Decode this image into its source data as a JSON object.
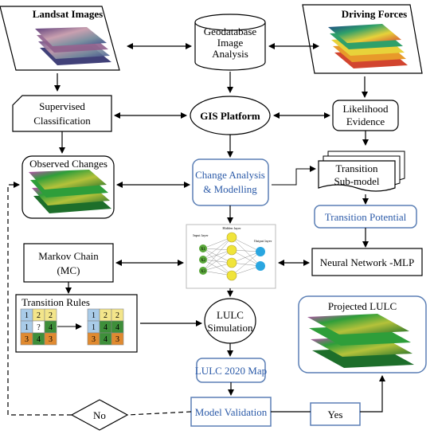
{
  "landsat": {
    "title": "Landsat Images"
  },
  "driving": {
    "title": "Driving Forces"
  },
  "geodb": {
    "line1": "Geodatabase",
    "line2": "Image",
    "line3": "Analysis"
  },
  "supervised": {
    "line1": "Supervised",
    "line2": "Classification"
  },
  "gis": {
    "label": "GIS Platform"
  },
  "likelihood": {
    "line1": "Likelihood",
    "line2": "Evidence"
  },
  "observed": {
    "label": "Observed Changes"
  },
  "change": {
    "line1": "Change Analysis",
    "line2": "& Modelling"
  },
  "transition_sub": {
    "line1": "Transition",
    "line2": "Sub-model"
  },
  "transition_potential": {
    "label": "Transition Potential"
  },
  "markov": {
    "line1": "Markov Chain",
    "line2": "(MC)"
  },
  "nn_small": {
    "input": "Input layer",
    "hidden": "Hidden layer",
    "output": "Output layer",
    "nodes": [
      "X1",
      "X2",
      "X3"
    ]
  },
  "neural": {
    "label": "Neural Network -MLP"
  },
  "rules": {
    "title": "Transition Rules",
    "grid_a": [
      "1",
      "2",
      "2",
      "1",
      "?",
      "4",
      "3",
      "4",
      "3"
    ],
    "grid_b": [
      "1",
      "2",
      "2",
      "1",
      "4",
      "4",
      "3",
      "4",
      "3"
    ]
  },
  "lulc_sim": {
    "line1": "LULC",
    "line2": "Simulation"
  },
  "projected": {
    "label": "Projected LULC"
  },
  "map2020": {
    "label": "LULC 2020 Map"
  },
  "validation": {
    "label": "Model Validation"
  },
  "no": {
    "label": "No"
  },
  "yes": {
    "label": "Yes"
  },
  "colors": {
    "accent_blue": "#2b5aa8",
    "box_border": "#000000",
    "rounded_border": "#5b7fb5"
  }
}
